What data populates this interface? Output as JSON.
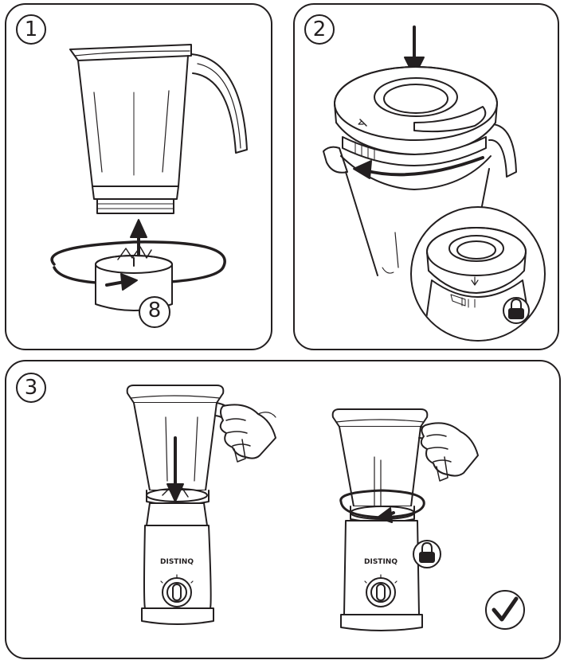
{
  "steps": [
    {
      "number": "1",
      "part_number": "8"
    },
    {
      "number": "2"
    },
    {
      "number": "3",
      "brand_left": "DISTINQ",
      "brand_right": "DISTINQ"
    }
  ],
  "icons": {
    "lock": "lock-icon",
    "check": "checkmark-icon",
    "arrow": "arrow-icon"
  },
  "colors": {
    "line": "#231f20",
    "background": "#ffffff"
  }
}
